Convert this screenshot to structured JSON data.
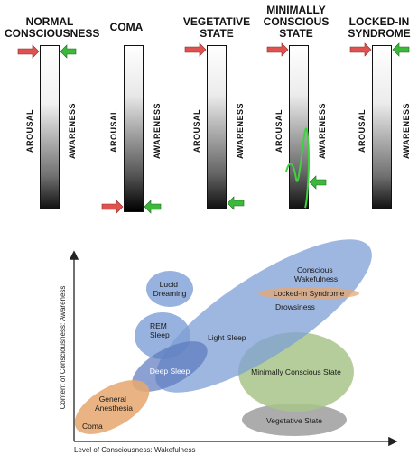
{
  "states": [
    {
      "title": "NORMAL\nCONSCIOUSNESS",
      "arousal": "AROUSAL",
      "awareness": "AWARENESS"
    },
    {
      "title": "COMA",
      "arousal": "AROUSAL",
      "awareness": "AWARENESS"
    },
    {
      "title": "VEGETATIVE\nSTATE",
      "arousal": "AROUSAL",
      "awareness": "AWARENESS"
    },
    {
      "title": "MINIMALLY\nCONSCIOUS\nSTATE",
      "arousal": "AROUSAL",
      "awareness": "AWARENESS"
    },
    {
      "title": "LOCKED-IN\nSYNDROME",
      "arousal": "AROUSAL",
      "awareness": "AWARENESS"
    }
  ],
  "plot": {
    "y_axis": "Content of Consciousness: Awareness",
    "x_axis": "Level of Consciousness: Wakefulness",
    "regions": {
      "lucid": "Lucid\nDreaming",
      "conscious": "Conscious\nWakefulness",
      "locked": "Locked-In Syndrome",
      "drowsiness": "Drowsiness",
      "rem": "REM\nSleep",
      "light": "Light Sleep",
      "deep": "Deep Sleep",
      "mcs": "Minimally Conscious State",
      "anesthesia": "General\nAnesthesia",
      "coma": "Coma",
      "vegetative": "Vegetative State"
    }
  },
  "colors": {
    "arousal_arrow": "#e0524f",
    "awareness_arrow": "#3db83d",
    "mcs_wave": "#3fd13f",
    "blue_region": "#7d9fd6",
    "green_region": "#a8c48a",
    "orange_region": "#e6a872",
    "gray_region": "#a3a3a3"
  }
}
